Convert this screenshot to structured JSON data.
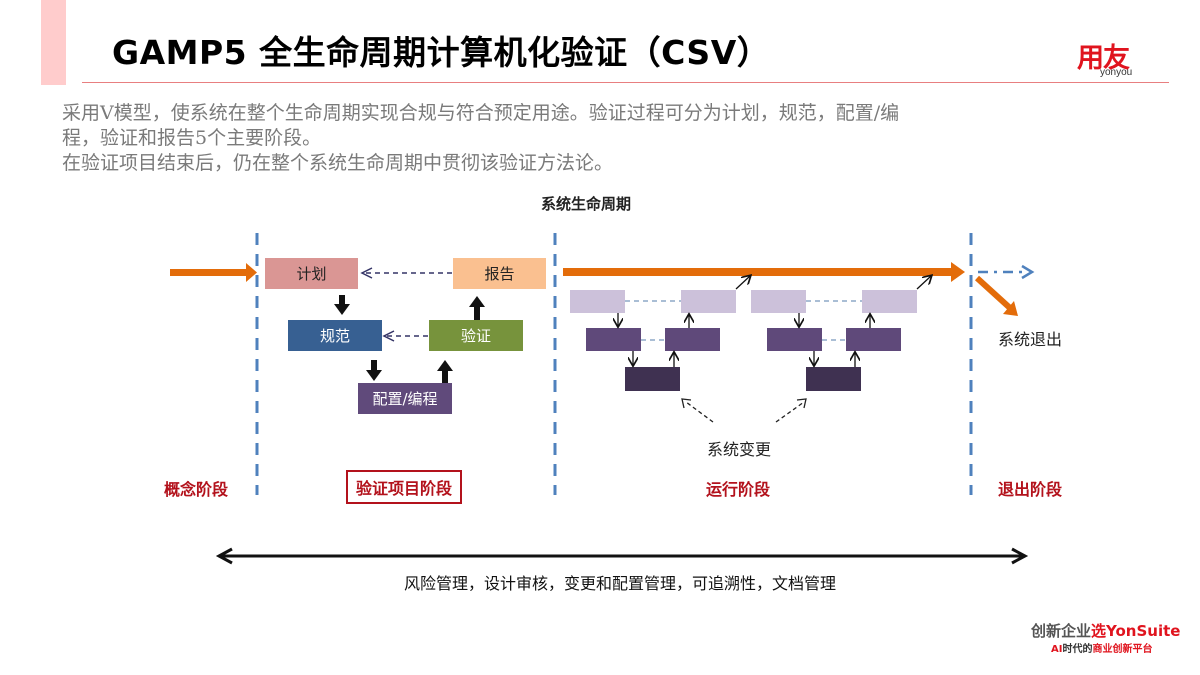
{
  "header": {
    "title": "GAMP5 全生命周期计算机化验证（CSV）",
    "logo_cn": "用友",
    "logo_en": "yonyou"
  },
  "intro": {
    "line1": "采用V模型，使系统在整个生命周期实现合规与符合预定用途。验证过程可分为计划，规范，配置/编",
    "line2": "程，验证和报告5个主要阶段。",
    "line3": "在验证项目结束后，仍在整个系统生命周期中贯彻该验证方法论。"
  },
  "diagram": {
    "title": "系统生命周期",
    "validation_steps": {
      "plan": "计划",
      "report": "报告",
      "spec": "规范",
      "verify": "验证",
      "config": "配置/编程"
    },
    "system_change_label": "系统变更",
    "system_exit_label": "系统退出",
    "phases": [
      "概念阶段",
      "验证项目阶段",
      "运行阶段",
      "退出阶段"
    ],
    "span_label": "风险管理，设计审核，变更和配置管理，可追溯性，文档管理",
    "colors": {
      "orange_arrow": "#e36c0a",
      "divider_blue": "#4f81bd",
      "plan": "#da9694",
      "report": "#fac090",
      "spec": "#376092",
      "verify": "#77933c",
      "config": "#604a7b",
      "light_purple": "#ccc1da",
      "mid_purple": "#5f497a",
      "dark_purple": "#3f3151",
      "phase_red": "#b3121c"
    }
  },
  "footer": {
    "slogan_prefix": "创新企业",
    "slogan_brand": "选YonSuite",
    "tagline_ai": "AI",
    "tagline_mid": "时代的",
    "tagline_end": "商业创新平台"
  }
}
